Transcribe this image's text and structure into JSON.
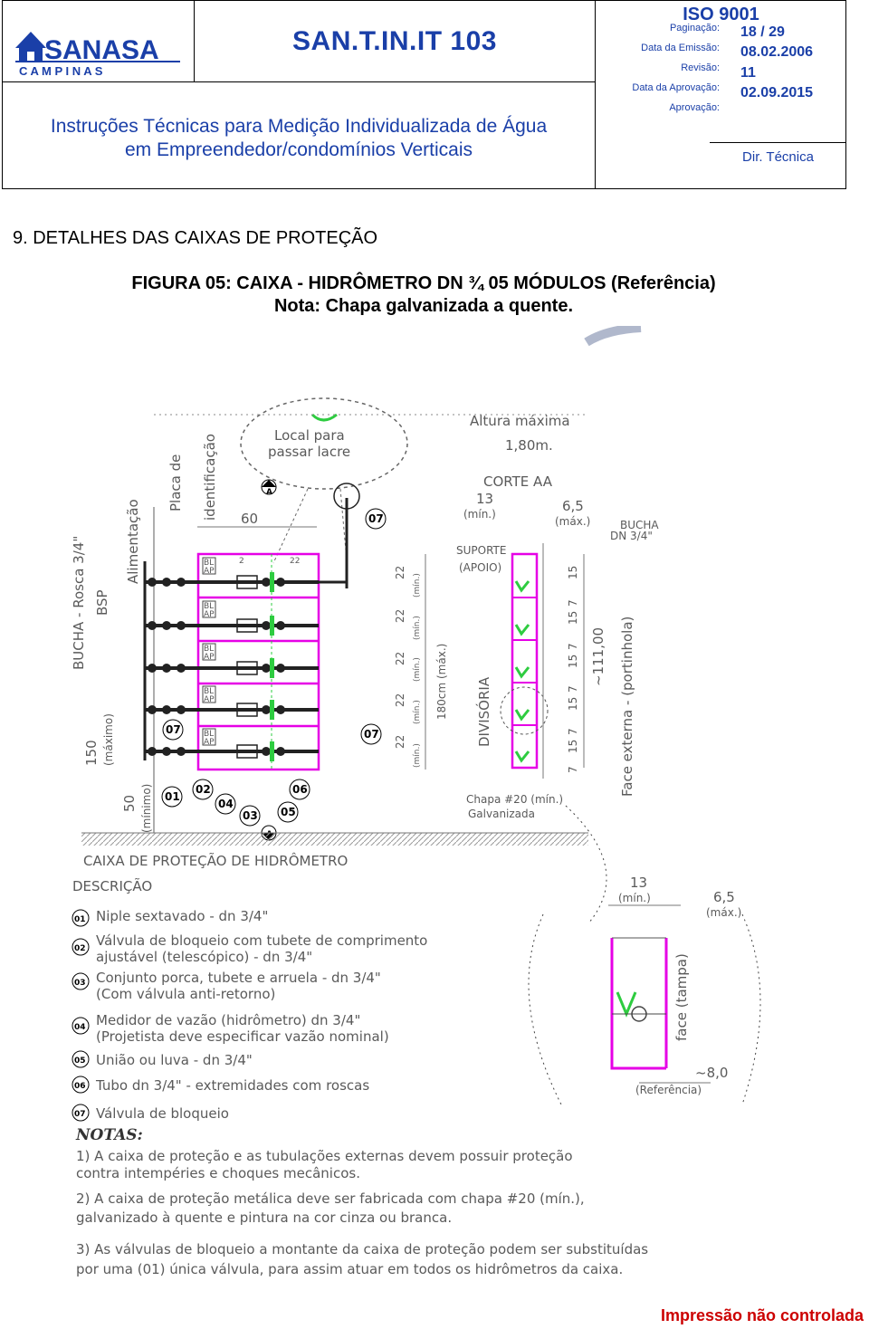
{
  "header": {
    "brand": "SANASA",
    "brand_sub": "C A M P I N A S",
    "code": "SAN.T.IN.IT 103",
    "title_line1": "Instruções Técnicas para Medição Individualizada de Água",
    "title_line2": "em Empreendedor/condomínios Verticais",
    "iso": "ISO 9001",
    "pagination_label": "Paginação:",
    "pagination_value": "18 / 29",
    "emission_label": "Data da Emissão:",
    "emission_value": "08.02.2006",
    "revision_label": "Revisão:",
    "revision_value": "11",
    "approval_date_label": "Data da Aprovação:",
    "approval_date_value": "02.09.2015",
    "approval_label": "Aprovação:",
    "approval_value": "Dir. Técnica"
  },
  "section": "9.  DETALHES DAS CAIXAS DE PROTEÇÃO",
  "figure": {
    "title": "FIGURA 05: CAIXA - HIDRÔMETRO DN ¾  05 MÓDULOS (Referência)",
    "note": "Nota: Chapa galvanizada a quente."
  },
  "drawing": {
    "lacre": [
      "Local para",
      "passar lacre"
    ],
    "altura": [
      "Altura máxima",
      "1,80m."
    ],
    "corte": "CORTE AA",
    "placa": [
      "Placa de",
      "identificação"
    ],
    "alimentacao": "Alimentação",
    "bucha_rosca": "BUCHA - Rosca 3/4\"",
    "bsp": "BSP",
    "bucha_dn": [
      "BUCHA",
      "DN 3/4\""
    ],
    "suporte": [
      "SUPORTE",
      "(APOIO)"
    ],
    "divisoria": "DIVISÓRIA",
    "face_externa": "Face externa - (portinhola)",
    "chapa": [
      "Chapa #20 (mín.)",
      "Galvanizada"
    ],
    "dim_60": "60",
    "dim_13": "13",
    "dim_min": "(mín.)",
    "dim_65": "6,5",
    "dim_max": "(máx.)",
    "dim_2": "2",
    "dim_22": "22",
    "dim_22_min": "22 (mín.)",
    "dim_180": "180cm (máx.)",
    "dim_111": "~111,00",
    "dim_150": [
      "150",
      "(máximo)"
    ],
    "dim_50": [
      "50",
      "(mínimo)"
    ],
    "v_dims": [
      "15",
      "7",
      "15",
      "7",
      "15",
      "7",
      "15",
      "7",
      "15",
      "7"
    ],
    "bl_ap": [
      "BL",
      "AP"
    ],
    "section_mark": "A",
    "callouts": [
      "01",
      "02",
      "03",
      "04",
      "05",
      "06",
      "07"
    ],
    "caixa_title": "CAIXA DE PROTEÇÃO    DE    HIDRÔMETRO",
    "descricao": "DESCRIÇÃO",
    "items": [
      {
        "num": "01",
        "lines": [
          "Niple sextavado - dn 3/4\""
        ]
      },
      {
        "num": "02",
        "lines": [
          "Válvula de bloqueio com tubete de comprimento",
          "ajustável (telescópico) - dn 3/4\""
        ]
      },
      {
        "num": "03",
        "lines": [
          "Conjunto porca, tubete e arruela - dn 3/4\"",
          "(Com válvula anti-retorno)"
        ]
      },
      {
        "num": "04",
        "lines": [
          "Medidor de vazão (hidrômetro) dn 3/4\"",
          "(Projetista deve especificar vazão nominal)"
        ]
      },
      {
        "num": "05",
        "lines": [
          "União ou luva - dn 3/4\""
        ]
      },
      {
        "num": "06",
        "lines": [
          "Tubo dn 3/4\" - extremidades com roscas"
        ]
      },
      {
        "num": "07",
        "lines": [
          "Válvula de bloqueio"
        ]
      }
    ],
    "face_tampa": "face (tampa)",
    "dim_8": "~8,0",
    "referencia": "(Referência)",
    "notas_title": "NOTAS:",
    "notas": [
      [
        "1) A caixa de proteção e as tubulações externas devem possuir proteção",
        "contra intempéries e choques mecânicos."
      ],
      [
        "2) A caixa de proteção metálica deve ser fabricada com chapa #20 (mín.),",
        "galvanizado à quente e pintura na cor cinza ou branca."
      ],
      [
        "3) As válvulas de bloqueio a montante da caixa de proteção podem ser substituídas",
        "por uma (01) única válvula, para assim atuar em todos os hidrômetros da caixa."
      ]
    ]
  },
  "footer": "Impressão não controlada",
  "colors": {
    "brand_blue": "#1a3fa8",
    "magenta": "#e600e6",
    "green": "#2ecc40",
    "footer_red": "#cc0000"
  }
}
